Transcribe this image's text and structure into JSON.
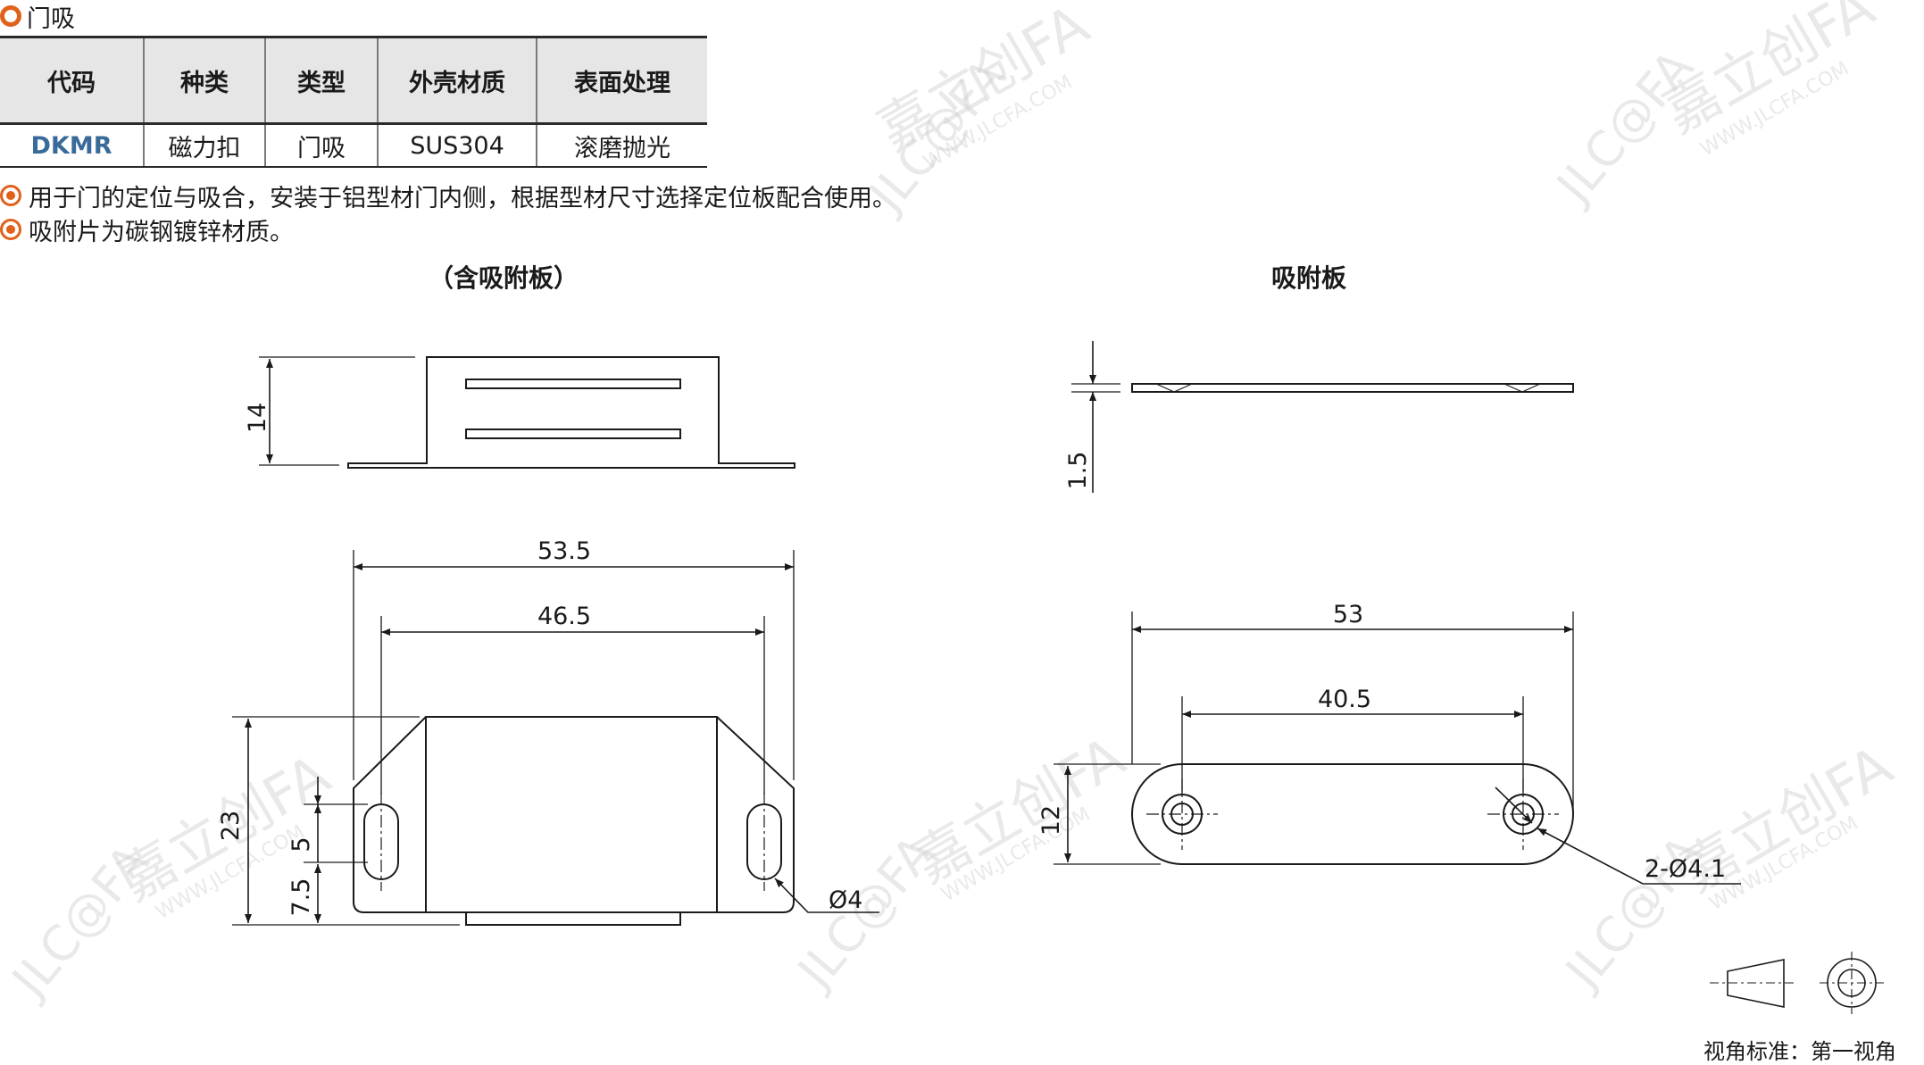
{
  "header": {
    "title": "门吸"
  },
  "spec_table": {
    "headers": [
      "代码",
      "种类",
      "类型",
      "外壳材质",
      "表面处理"
    ],
    "row": [
      "DKMR",
      "磁力扣",
      "门吸",
      "SUS304",
      "滚磨抛光"
    ]
  },
  "notes": [
    "用于门的定位与吸合，安装于铝型材门内侧，根据型材尺寸选择定位板配合使用。",
    "吸附片为碳钢镀锌材质。"
  ],
  "captions": {
    "left": "（含吸附板）",
    "right": "吸附板"
  },
  "dimensions": {
    "left_side_height": "14",
    "overall_width": "53.5",
    "hole_pitch": "46.5",
    "body_height": "23",
    "slot_length": "5",
    "slot_offset": "7.5",
    "slot_diameter": "Ø4",
    "plate_thickness": "1.5",
    "plate_length": "53",
    "plate_hole_pitch": "40.5",
    "plate_width": "12",
    "plate_holes": "2-Ø4.1"
  },
  "view_standard": {
    "label": "视角标准：第一视角"
  },
  "watermark": {
    "brand": "嘉立创FA",
    "logo": "JLC@FA",
    "url": "WWW.JLCFA.COM"
  },
  "colors": {
    "accent": "#e0611a",
    "code_text": "#3a6a9a",
    "header_bg": "#e6e6e6",
    "line": "#1a1a1a"
  }
}
